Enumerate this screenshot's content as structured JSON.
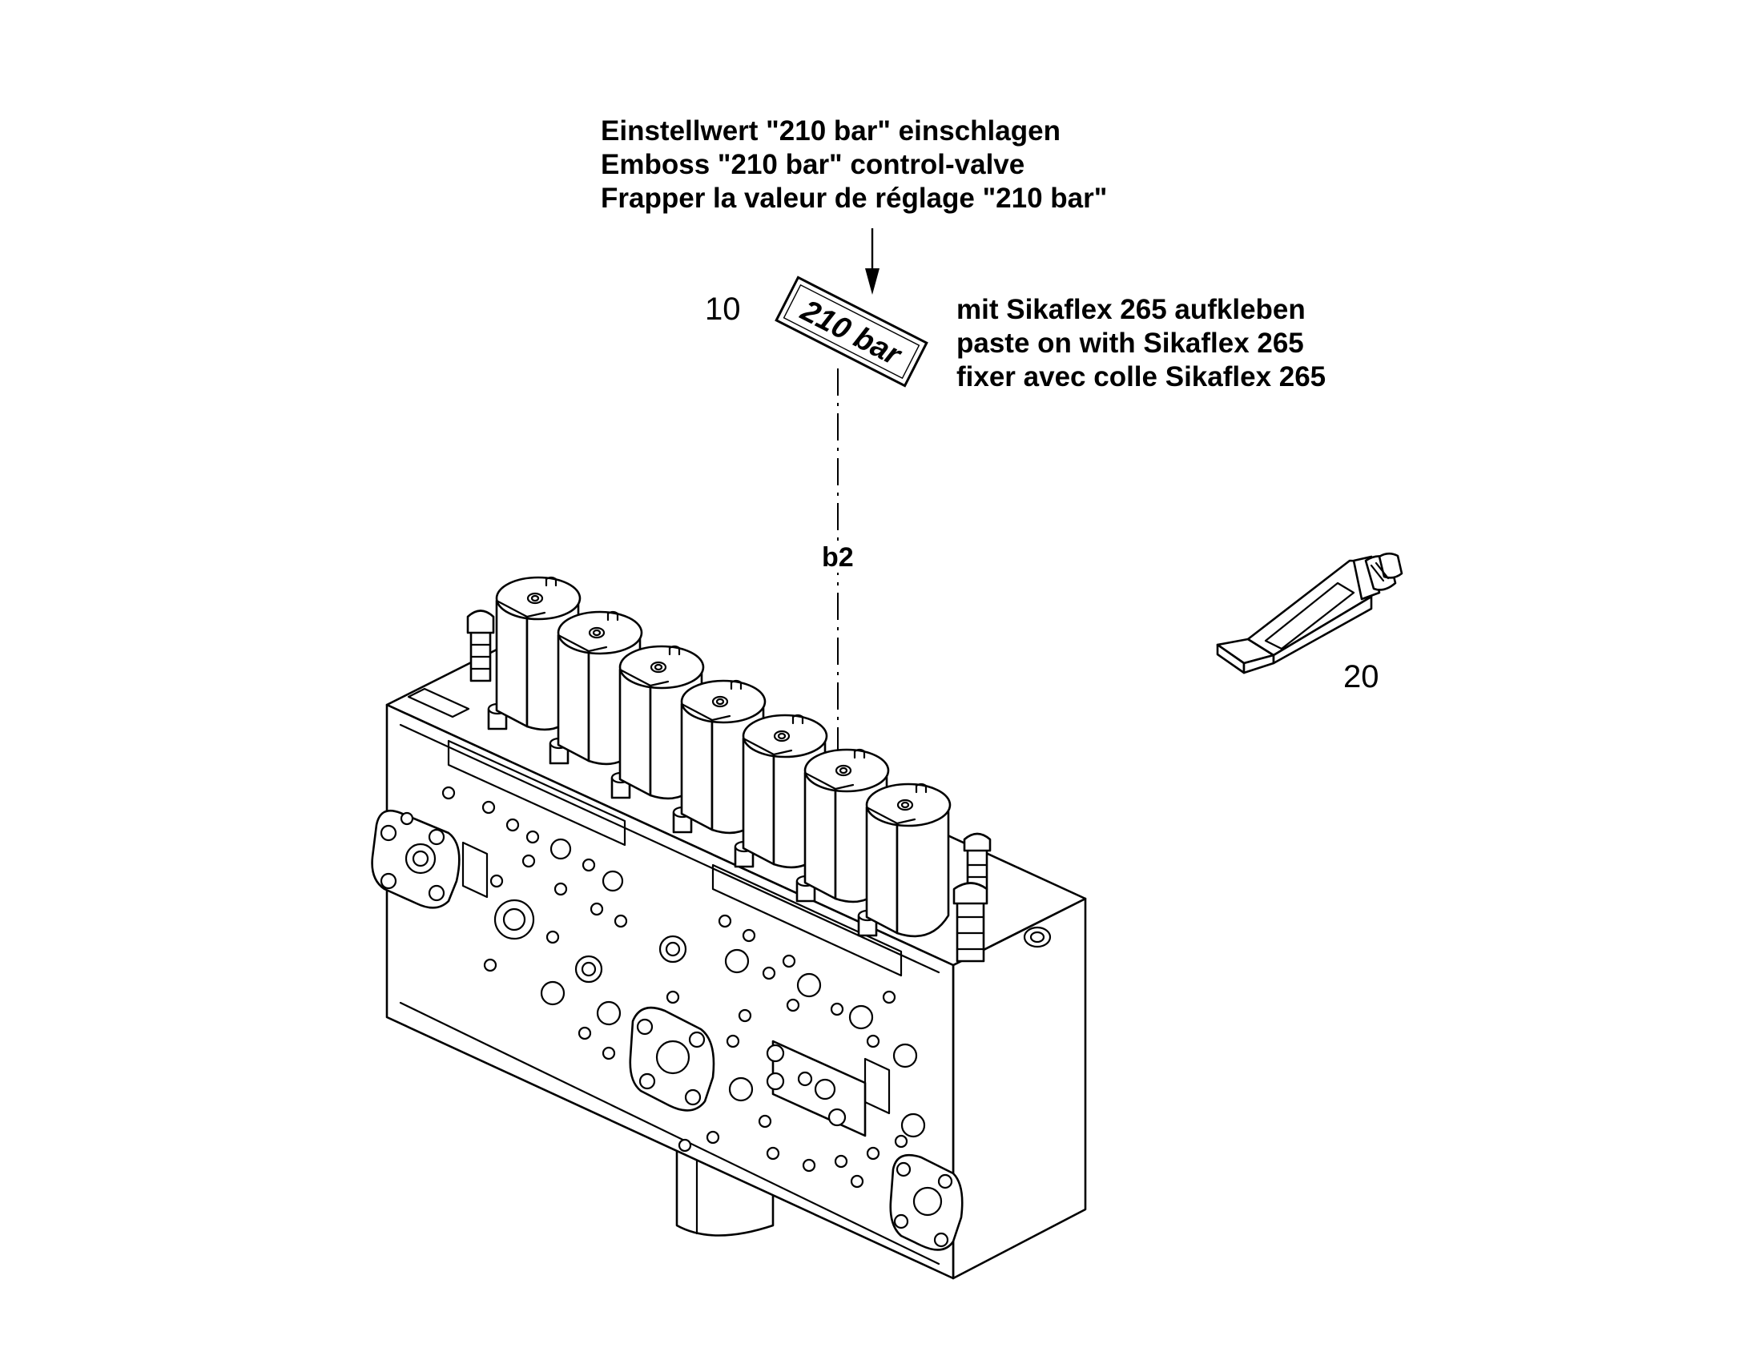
{
  "instructions": {
    "emboss_note": [
      "Einstellwert \"210 bar\" einschlagen",
      "Emboss \"210 bar\" control-valve",
      "Frapper la valeur de réglage \"210 bar\""
    ],
    "paste_note": [
      "mit Sikaflex 265 aufkleben",
      "paste on with Sikaflex 265",
      "fixer avec colle Sikaflex 265"
    ]
  },
  "parts": {
    "plate": {
      "number": "10",
      "label_text": "210 bar"
    },
    "adhesive_tube": {
      "number": "20"
    }
  },
  "position_marker": "b2",
  "colors": {
    "line": "#000000",
    "background": "#ffffff"
  }
}
